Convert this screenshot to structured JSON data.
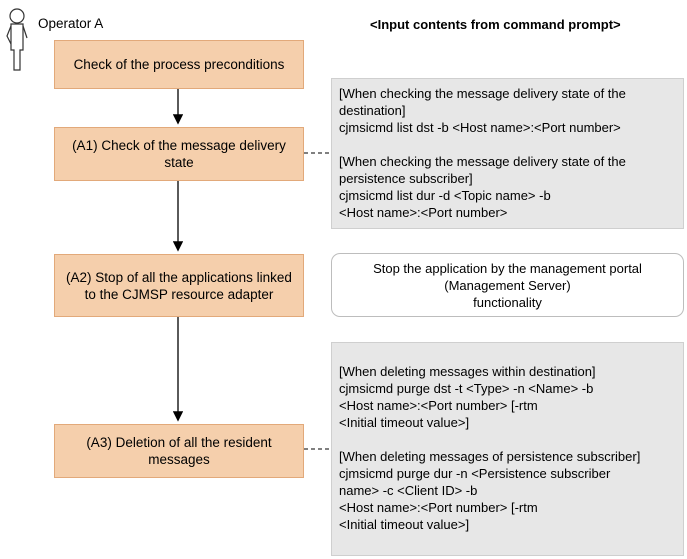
{
  "operator": {
    "label": "Operator A",
    "icon": "person-icon"
  },
  "header": {
    "title": "<Input contents from command prompt>"
  },
  "steps": [
    {
      "label": "Check of the process preconditions"
    },
    {
      "label": "(A1) Check of the message delivery state"
    },
    {
      "label": "(A2) Stop of all the applications linked to the CJMSP resource adapter"
    },
    {
      "label": "(A3) Deletion of all the resident messages"
    }
  ],
  "notes": {
    "a1": {
      "lines1": [
        "[When checking the message delivery state of the",
        "destination]",
        "cjmsicmd list dst -b <Host name>:<Port number>"
      ],
      "lines2": [
        "[When checking the message delivery state of the",
        "persistence subscriber]",
        "cjmsicmd list dur -d <Topic name> -b",
        "<Host name>:<Port number>"
      ]
    },
    "a2": {
      "lines": [
        "Stop the application by the management portal",
        "(Management Server)",
        "functionality"
      ]
    },
    "a3": {
      "lines1": [
        "[When deleting messages within destination]",
        "cjmsicmd purge dst -t <Type> -n <Name> -b",
        "<Host name>:<Port number> [-rtm",
        "<Initial timeout value>]"
      ],
      "lines2": [
        "[When deleting messages of persistence subscriber]",
        "cjmsicmd purge dur -n <Persistence subscriber",
        "name> -c <Client ID> -b",
        "<Host name>:<Port number> [-rtm",
        "<Initial timeout value>]"
      ]
    }
  },
  "colors": {
    "step_fill": "#f5cfac",
    "note_fill": "#e7e7e7"
  }
}
